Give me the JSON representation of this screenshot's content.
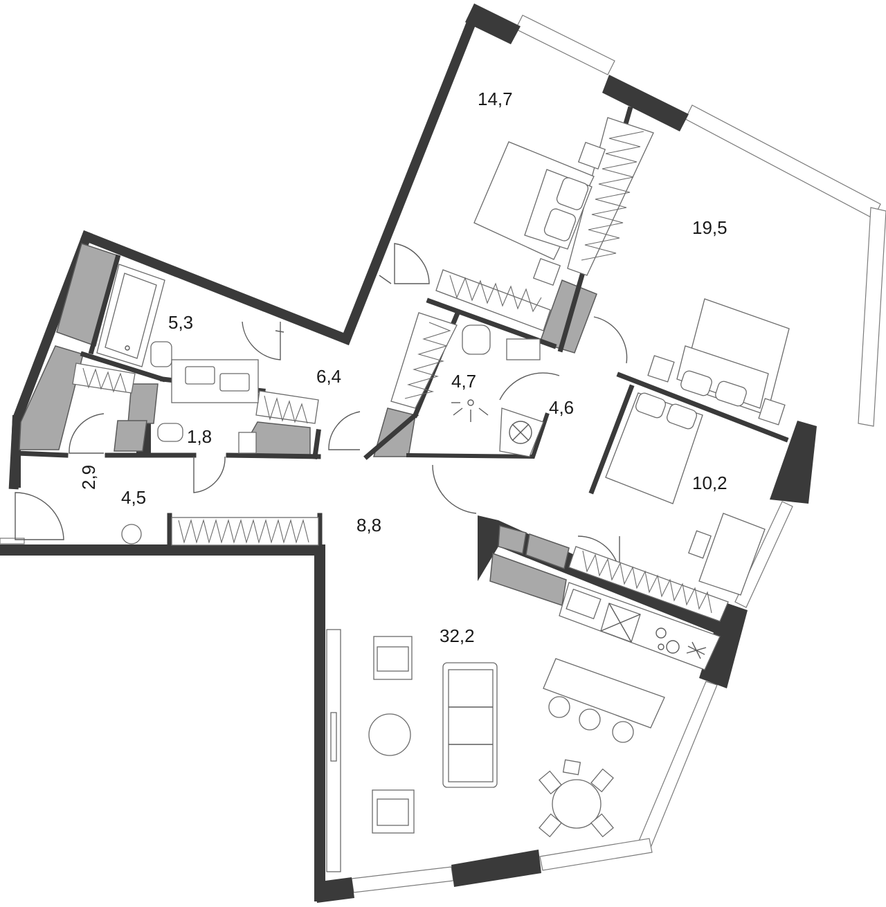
{
  "plan": {
    "rooms": [
      {
        "id": "bedroom-1",
        "area": "14,7"
      },
      {
        "id": "bedroom-master",
        "area": "19,5"
      },
      {
        "id": "bathroom",
        "area": "5,3"
      },
      {
        "id": "hall-upper",
        "area": "6,4"
      },
      {
        "id": "ensuite",
        "area": "4,7"
      },
      {
        "id": "corridor-right",
        "area": "4,6"
      },
      {
        "id": "wc",
        "area": "1,8"
      },
      {
        "id": "vestibule",
        "area": "2,9"
      },
      {
        "id": "entry",
        "area": "4,5"
      },
      {
        "id": "hall",
        "area": "8,8"
      },
      {
        "id": "bedroom-2",
        "area": "10,2"
      },
      {
        "id": "living-kitchen",
        "area": "32,2"
      }
    ]
  },
  "colors": {
    "wall": "#3a3a3a",
    "partition": "#a9a9a9",
    "line": "#5b5b5b"
  }
}
